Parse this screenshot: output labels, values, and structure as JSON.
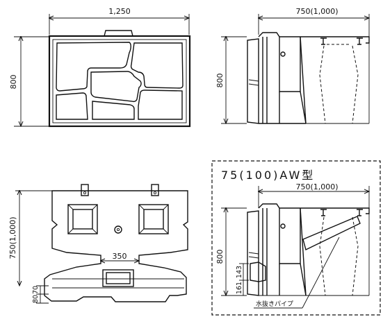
{
  "top_view": {
    "width_label": "1,250",
    "height_label": "800"
  },
  "side_view": {
    "width_label": "750(1,000)",
    "height_label": "800"
  },
  "front_view": {
    "height_label": "750(1,000)",
    "center_label": "350",
    "base_label_a": "70",
    "base_label_b": "80"
  },
  "aw_type": {
    "title": "75(100)AW型",
    "width_label": "750(1,000)",
    "height_label": "800",
    "dim_143": "143",
    "dim_161": "161",
    "pipe_label": "水抜きパイプ"
  }
}
